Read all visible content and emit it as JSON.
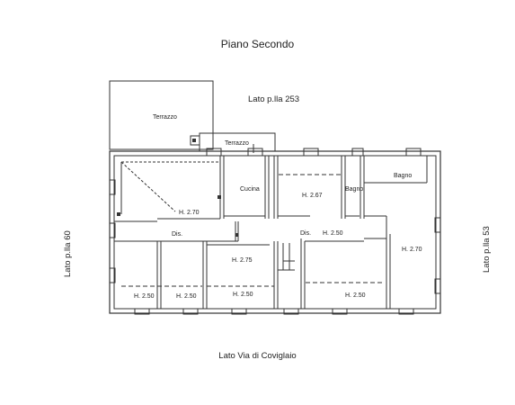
{
  "title": "Piano Secondo",
  "sides": {
    "top": "Lato p.lla 253",
    "bottom": "Lato Via di Coviglaio",
    "left": "Lato p.lla 60",
    "right": "Lato p.lla 53"
  },
  "rooms": {
    "terrazzo_big": "Terrazzo",
    "terrazzo_small": "Terrazzo",
    "cucina": "Cucina",
    "bagno_top": "Bagno",
    "bagno_mid": "Bagno",
    "dis_left": "Dis.",
    "dis_right": "Dis.",
    "h_big_room": "H. 2.70",
    "h_mid_top": "H. 2.67",
    "h_dis_right": "H. 2.50",
    "h_right": "H. 2.70",
    "h_center": "H. 2.75",
    "h_bl1": "H. 2.50",
    "h_bl2": "H. 2.50",
    "h_bc": "H. 2.50",
    "h_br": "H. 2.50"
  }
}
